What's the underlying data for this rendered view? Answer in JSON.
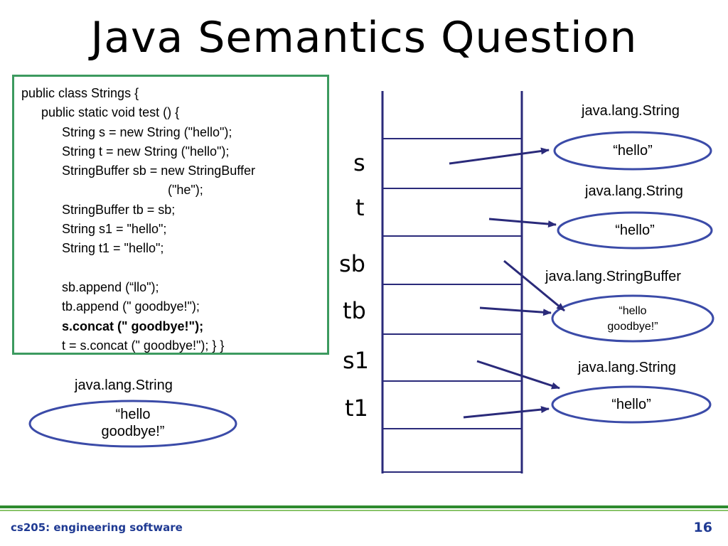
{
  "slide": {
    "title": "Java Semantics Question",
    "footer_left": "cs205: engineering software",
    "page_number": "16"
  },
  "code": {
    "lines": [
      "public class Strings {",
      "public static void test () {",
      "String s = new String (\"hello\");",
      "String t = new String (\"hello\");",
      "StringBuffer sb = new StringBuffer",
      "(\"he\");",
      "StringBuffer tb = sb;",
      "String s1 = \"hello\";",
      "String t1 = \"hello\";",
      "sb.append (“llo\");",
      "tb.append (\" goodbye!\");",
      "s.concat (\" goodbye!\");",
      "t = s.concat (\" goodbye!\"); } }"
    ]
  },
  "stack": {
    "variables": [
      "s",
      "t",
      "sb",
      "tb",
      "s1",
      "t1"
    ]
  },
  "objects": [
    {
      "type": "java.lang.String",
      "value": "“hello”"
    },
    {
      "type": "java.lang.String",
      "value": "“hello”"
    },
    {
      "type": "java.lang.StringBuffer",
      "value_line1": "“hello",
      "value_line2": "goodbye!”"
    },
    {
      "type": "java.lang.String",
      "value": "“hello”"
    },
    {
      "type": "java.lang.String",
      "value_line1": "“hello",
      "value_line2": "goodbye!”"
    }
  ],
  "colors": {
    "stack": "#2a2a7a",
    "oval": "#3b4ba8",
    "code_border": "#3c9a5f",
    "footer_text": "#1f3a93"
  }
}
